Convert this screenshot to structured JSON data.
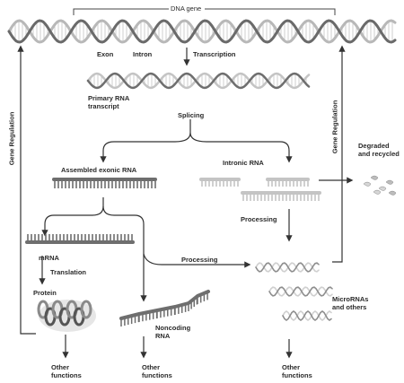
{
  "labels": {
    "dna_gene": "DNA gene",
    "exon": "Exon",
    "intron": "Intron",
    "transcription": "Transcription",
    "primary_rna": "Primary RNA\ntranscript",
    "splicing": "Splicing",
    "assembled_exonic": "Assembled exonic RNA",
    "intronic_rna": "Intronic RNA",
    "degraded": "Degraded\nand recycled",
    "processing_right": "Processing",
    "processing_mid": "Processing",
    "mrna": "mRNA",
    "translation": "Translation",
    "protein": "Protein",
    "noncoding": "Noncoding\nRNA",
    "micrornas": "MicroRNAs\nand others",
    "other1": "Other\nfunctions",
    "other2": "Other\nfunctions",
    "other3": "Other\nfunctions",
    "gene_reg_left": "Gene Regulation",
    "gene_reg_right": "Gene Regulation"
  },
  "colors": {
    "dna_dark": "#6a6a6a",
    "dna_light": "#b8b8b8",
    "exon": "#6e6e6e",
    "intron": "#c4c4c4",
    "arrow": "#333333"
  }
}
